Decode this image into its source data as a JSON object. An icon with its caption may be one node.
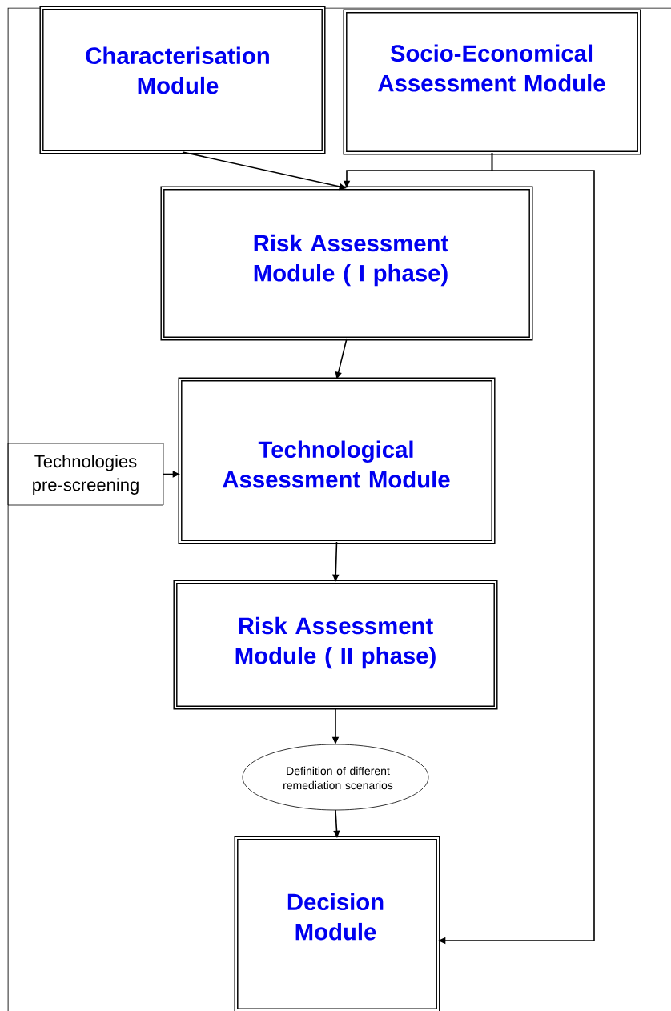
{
  "diagram": {
    "nodes": [
      {
        "text": [
          "Characterisation Module"
        ]
      },
      {
        "text": [
          "Socio-Economical Assessment Module"
        ]
      },
      {
        "text": [
          "Risk Assessment Module ( I phase)"
        ]
      },
      {
        "text": [
          "Technological Assessment Module"
        ]
      },
      {
        "text": [
          "Technologies pre-screening"
        ]
      },
      {
        "text": [
          "Risk Assessment Module ( II phase)"
        ]
      },
      {
        "text": [
          "Definition of different remediation scenarios"
        ]
      },
      {
        "text": [
          "Decision Module"
        ]
      }
    ],
    "edges": [
      {
        "from": 0,
        "to": 2,
        "arrow": "to"
      },
      {
        "from": 1,
        "to": 2,
        "arrow": "to"
      },
      {
        "from": 1,
        "to": 7,
        "arrow": "to"
      },
      {
        "from": 2,
        "to": 3,
        "arrow": "to"
      },
      {
        "from": 4,
        "to": 3,
        "arrow": "to"
      },
      {
        "from": 3,
        "to": 5,
        "arrow": "to"
      },
      {
        "from": 5,
        "to": 6,
        "arrow": "to"
      },
      {
        "from": 6,
        "to": 7,
        "arrow": "to"
      }
    ]
  }
}
